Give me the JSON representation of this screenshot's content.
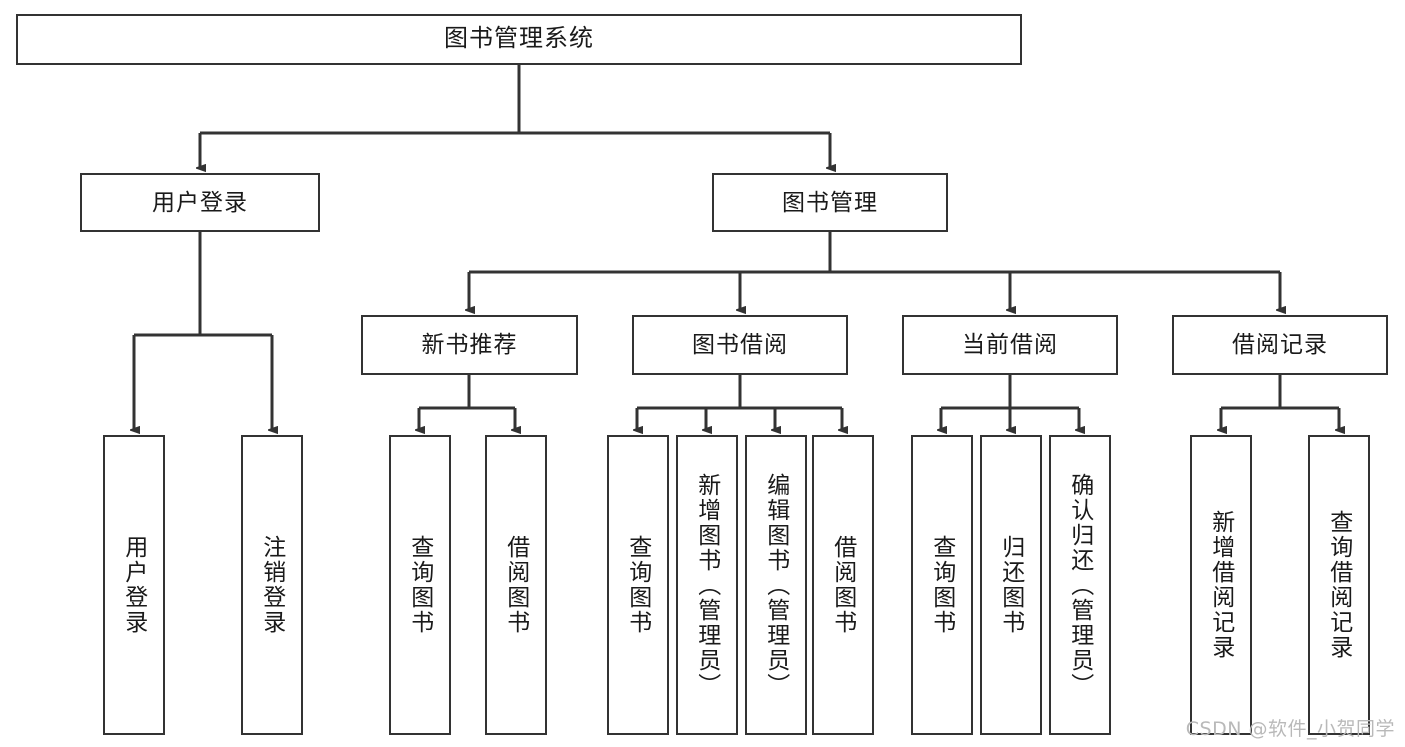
{
  "diagram": {
    "type": "tree-hierarchy",
    "title": "图书管理系统",
    "root": {
      "label": "图书管理系统"
    },
    "level2": [
      {
        "label": "用户登录"
      },
      {
        "label": "图书管理"
      }
    ],
    "level3": [
      {
        "label": "新书推荐"
      },
      {
        "label": "图书借阅"
      },
      {
        "label": "当前借阅"
      },
      {
        "label": "借阅记录"
      }
    ],
    "leaves": [
      {
        "label": "用户登录",
        "parent": "用户登录"
      },
      {
        "label": "注销登录",
        "parent": "用户登录"
      },
      {
        "label": "查询图书",
        "parent": "新书推荐"
      },
      {
        "label": "借阅图书",
        "parent": "新书推荐"
      },
      {
        "label": "查询图书",
        "parent": "图书借阅"
      },
      {
        "label": "新增图书（管理员）",
        "parent": "图书借阅"
      },
      {
        "label": "编辑图书（管理员）",
        "parent": "图书借阅"
      },
      {
        "label": "借阅图书",
        "parent": "图书借阅"
      },
      {
        "label": "查询图书",
        "parent": "当前借阅"
      },
      {
        "label": "归还图书",
        "parent": "当前借阅"
      },
      {
        "label": "确认归还（管理员）",
        "parent": "当前借阅"
      },
      {
        "label": "新增借阅记录",
        "parent": "借阅记录"
      },
      {
        "label": "查询借阅记录",
        "parent": "借阅记录"
      }
    ],
    "colors": {
      "stroke": "#333333",
      "fill": "#ffffff",
      "text": "#1a1a1a",
      "watermark": "#b9b9b9"
    }
  },
  "watermark": {
    "text": "CSDN @软件_小贺同学"
  }
}
